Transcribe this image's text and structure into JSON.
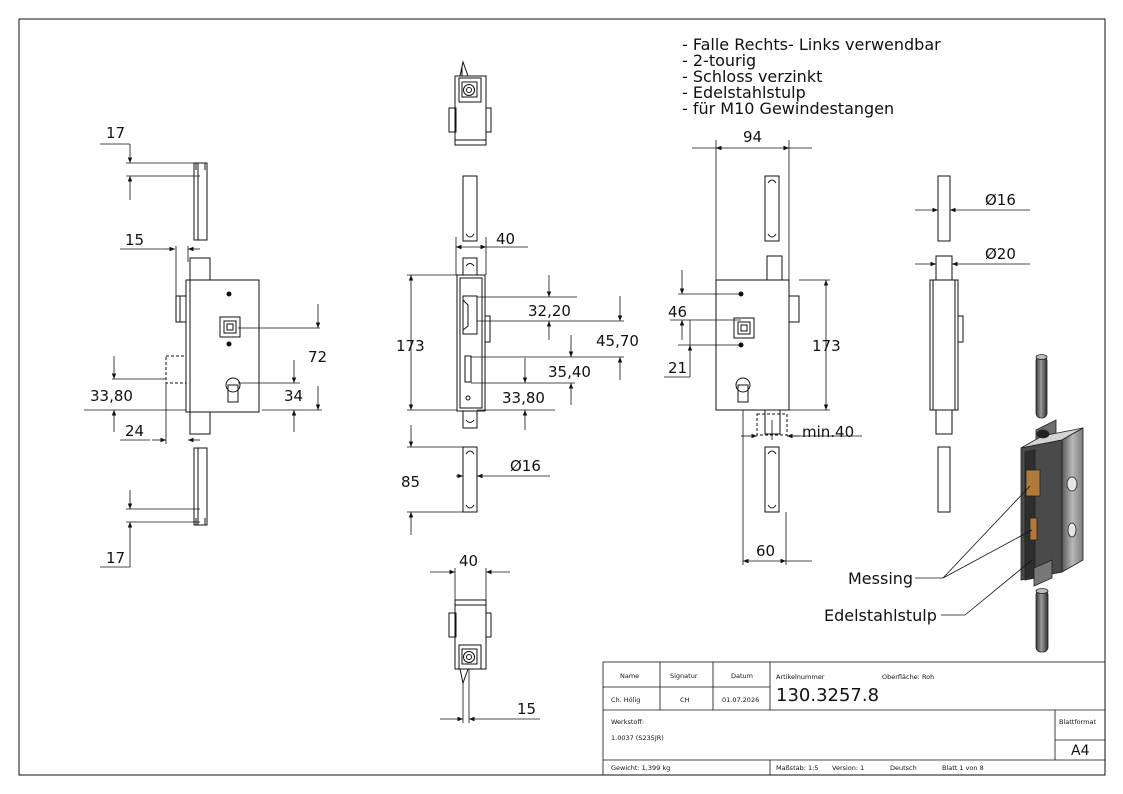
{
  "notes": [
    "- Falle Rechts- Links verwendbar",
    "- 2-tourig",
    "- Schloss verzinkt",
    "- Edelstahlstulp",
    "- für M10 Gewindestangen"
  ],
  "dims": {
    "left_view": {
      "d17_top": "17",
      "d15": "15",
      "d72": "72",
      "d33_80": "33,80",
      "d34": "34",
      "d24": "24",
      "d17_bot": "17"
    },
    "front_view": {
      "d40": "40",
      "d173": "173",
      "d32_20": "32,20",
      "d45_70": "45,70",
      "d35_40": "35,40",
      "d33_80": "33,80",
      "d85": "85",
      "d_phi16": "Ø16"
    },
    "bottom_view": {
      "d40": "40",
      "d15": "15"
    },
    "back_view": {
      "d94": "94",
      "d46": "46",
      "d21": "21",
      "d173": "173",
      "d_min40": "min.40",
      "d60": "60"
    },
    "side_view": {
      "d_phi16": "Ø16",
      "d_phi20": "Ø20"
    }
  },
  "callouts": {
    "messing": "Messing",
    "edelstahlstulp": "Edelstahlstulp"
  },
  "title_block": {
    "h_name": "Name",
    "h_signatur": "Signatur",
    "h_datum": "Datum",
    "name": "Ch. Hölig",
    "signatur": "CH",
    "datum": "01.07.2026",
    "artikelnummer_label": "Artikelnummer",
    "artikelnummer": "130.3257.8",
    "oberflaeche": "Oberfläche: Roh",
    "werkstoff_label": "Werkstoff:",
    "werkstoff": "1.0037 (S235JR)",
    "blattformat_label": "Blattformat",
    "blattformat": "A4",
    "gewicht": "Gewicht: 1,399 kg",
    "massstab": "Maßstab: 1:5",
    "version": "Version: 1",
    "sprache": "Deutsch",
    "blatt": "Blatt 1 von 8"
  }
}
